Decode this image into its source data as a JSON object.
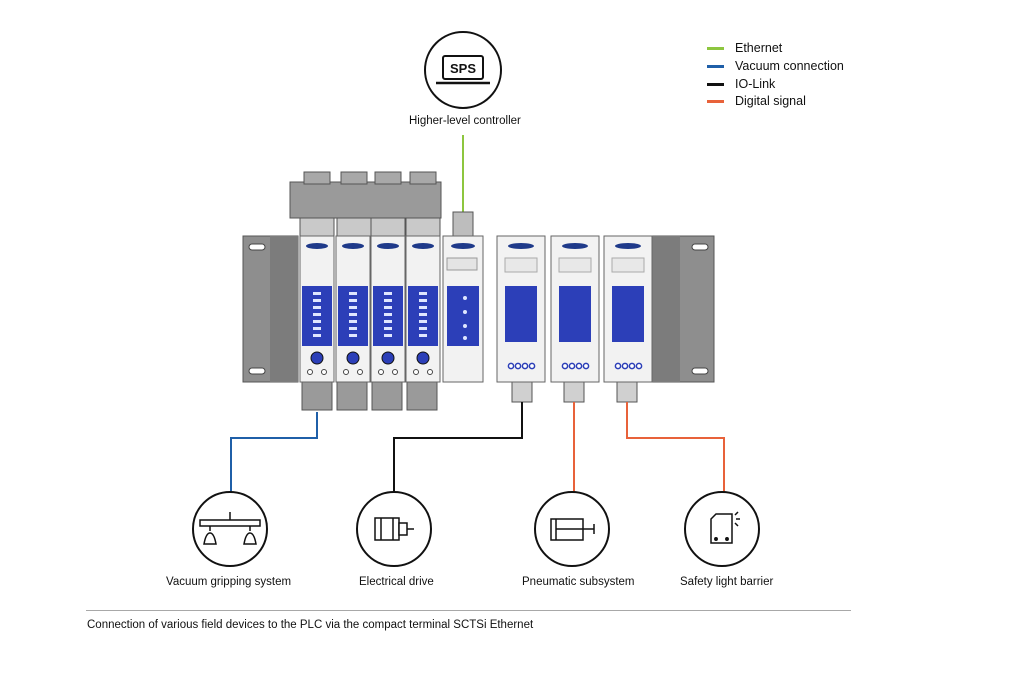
{
  "controller": {
    "badge": "SPS",
    "label": "Higher-level controller"
  },
  "legend": [
    {
      "label": "Ethernet",
      "color": "#8dc63f"
    },
    {
      "label": "Vacuum connection",
      "color": "#1f5fa8"
    },
    {
      "label": "IO-Link",
      "color": "#111111"
    },
    {
      "label": "Digital signal",
      "color": "#e8623a"
    }
  ],
  "devices": [
    {
      "label": "Vacuum gripping system",
      "icon": "vacuum-gripper-icon",
      "link": "vacuum"
    },
    {
      "label": "Electrical drive",
      "icon": "electric-motor-icon",
      "link": "iolink"
    },
    {
      "label": "Pneumatic subsystem",
      "icon": "pneumatic-cylinder-icon",
      "link": "digital"
    },
    {
      "label": "Safety light barrier",
      "icon": "light-barrier-icon",
      "link": "digital"
    }
  ],
  "terminal": {
    "module_colors": {
      "blue": "#2c3fb8",
      "housing": "#f2f2f2",
      "rail": "#8a8a8a"
    }
  },
  "caption": "Connection of various field devices to the PLC via the compact terminal SCTSi Ethernet"
}
